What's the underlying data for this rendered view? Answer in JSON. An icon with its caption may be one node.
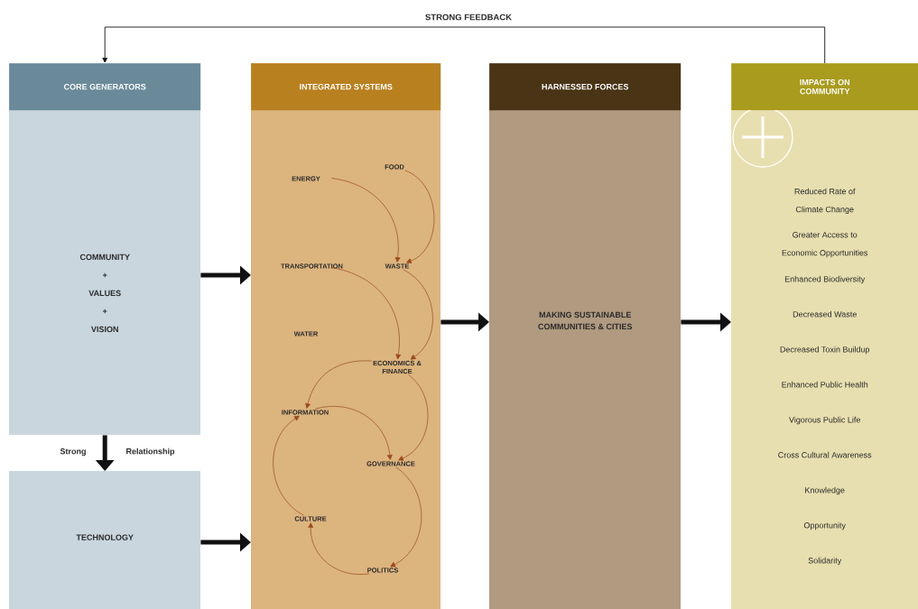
{
  "diagram": {
    "nodes": [
      {
        "text": [
          "CORE GENERATORS",
          "COMMUNITY + VALUES + VISION"
        ]
      },
      {
        "text": [
          "TECHNOLOGY"
        ]
      },
      {
        "text": [
          "INTEGRATED SYSTEMS"
        ]
      },
      {
        "text": [
          "ENERGY"
        ],
        "in": 2
      },
      {
        "text": [
          "FOOD"
        ],
        "in": 2
      },
      {
        "text": [
          "TRANSPORTATION"
        ],
        "in": 2
      },
      {
        "text": [
          "WASTE"
        ],
        "in": 2
      },
      {
        "text": [
          "WATER"
        ],
        "in": 2
      },
      {
        "text": [
          "ECONOMICS & FINANCE"
        ],
        "in": 2
      },
      {
        "text": [
          "INFORMATION"
        ],
        "in": 2
      },
      {
        "text": [
          "GOVERNANCE"
        ],
        "in": 2
      },
      {
        "text": [
          "CULTURE"
        ],
        "in": 2
      },
      {
        "text": [
          "POLITICS"
        ],
        "in": 2
      },
      {
        "text": [
          "HARNESSED FORCES",
          "MAKING SUSTAINABLE COMMUNITIES & CITIES"
        ]
      },
      {
        "text": [
          "IMPACTS ON COMMUNITY",
          "Reduced Rate of Climate Change",
          "Greater Access to Economic Opportunities",
          "Enhanced Biodiversity",
          "Decreased Waste",
          "Decreased Toxin Buildup",
          "Enhanced Public Health",
          "Vigorous Public Life",
          "Cross Cultural Awareness",
          "Knowledge",
          "Opportunity",
          "Solidarity"
        ]
      }
    ],
    "edges": [
      {
        "from": 0,
        "to": 2,
        "arrow": "to",
        "style": "thick",
        "color": "#111111"
      },
      {
        "from": 0,
        "to": 1,
        "arrow": "to",
        "style": "thick",
        "color": "#111111",
        "label": "Strong Relationship"
      },
      {
        "from": 1,
        "to": 2,
        "arrow": "to",
        "style": "thick",
        "color": "#111111"
      },
      {
        "from": 2,
        "to": 13,
        "arrow": "to",
        "style": "thick",
        "color": "#111111"
      },
      {
        "from": 13,
        "to": 14,
        "arrow": "to",
        "style": "thick",
        "color": "#111111"
      },
      {
        "from": 14,
        "to": 0,
        "arrow": "to",
        "color": "#111111",
        "label": "STRONG FEEDBACK"
      },
      {
        "from": 3,
        "to": 6,
        "arrow": "to"
      },
      {
        "from": 4,
        "to": 6,
        "arrow": "to"
      },
      {
        "from": 5,
        "to": 8,
        "arrow": "to"
      },
      {
        "from": 6,
        "to": 8,
        "arrow": "to"
      },
      {
        "from": 8,
        "to": 9,
        "arrow": "to"
      },
      {
        "from": 8,
        "to": 10,
        "arrow": "to"
      },
      {
        "from": 9,
        "to": 10,
        "arrow": "to"
      },
      {
        "from": 10,
        "to": 12,
        "arrow": "to"
      },
      {
        "from": 12,
        "to": 11,
        "arrow": "to"
      },
      {
        "from": 11,
        "to": 9,
        "arrow": "to"
      }
    ]
  }
}
